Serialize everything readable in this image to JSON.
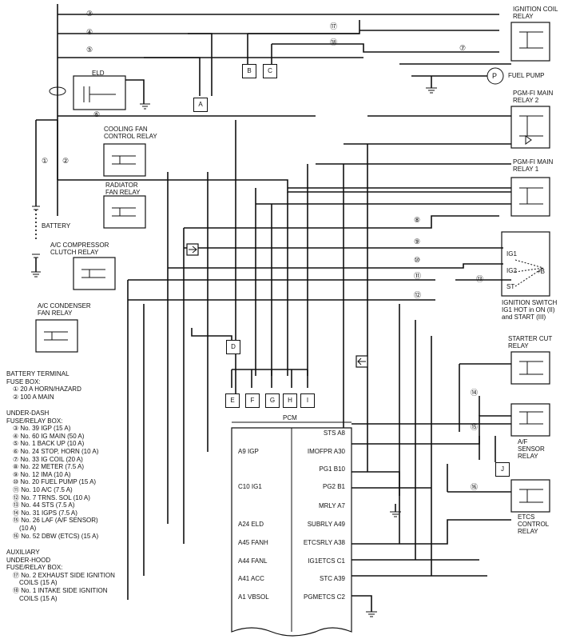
{
  "relays": {
    "ignition_coil": [
      "IGNITION COIL",
      "RELAY"
    ],
    "pgmfi_main2": [
      "PGM-FI MAIN",
      "RELAY 2"
    ],
    "pgmfi_main1": [
      "PGM-FI MAIN",
      "RELAY 1"
    ],
    "cooling_fan": [
      "COOLING FAN",
      "CONTROL RELAY"
    ],
    "radiator_fan": [
      "RADIATOR",
      "FAN RELAY"
    ],
    "ac_compressor": [
      "A/C COMPRESSOR",
      "CLUTCH RELAY"
    ],
    "ac_condenser": [
      "A/C CONDENSER",
      "FAN RELAY"
    ],
    "starter_cut": [
      "STARTER CUT",
      "RELAY"
    ],
    "af_sensor": [
      "A/F",
      "SENSOR",
      "RELAY"
    ],
    "etcs": [
      "ETCS",
      "CONTROL",
      "RELAY"
    ]
  },
  "labels": {
    "eld": "ELD",
    "fuel_pump": "FUEL PUMP",
    "fuel_pump_symbol": "P",
    "battery": "BATTERY",
    "pcm": "PCM",
    "ignition_switch": [
      "IGNITION SWITCH",
      "IG1 HOT in ON (II)",
      "and START (III)"
    ],
    "ig_terminals": [
      "IG1",
      "IG2",
      "ST",
      "+B"
    ]
  },
  "connectors": [
    "A",
    "B",
    "C",
    "D",
    "E",
    "F",
    "G",
    "H",
    "I",
    "J"
  ],
  "fuse_numbers": [
    "①",
    "②",
    "③",
    "④",
    "⑤",
    "⑥",
    "⑦",
    "⑧",
    "⑨",
    "⑩",
    "⑪",
    "⑫",
    "⑬",
    "⑭",
    "⑮",
    "⑯",
    "⑰",
    "⑱"
  ],
  "pcm_left": [
    "A9 IGP",
    "C10 IG1",
    "A24 ELD",
    "A45 FANH",
    "A44 FANL",
    "A41 ACC",
    "A1 VBSOL"
  ],
  "pcm_right": [
    "STS A8",
    "IMOFPR A30",
    "PG1 B10",
    "PG2 B1",
    "MRLY A7",
    "SUBRLY A49",
    "ETCSRLY A38",
    "IG1ETCS C1",
    "STC A39",
    "PGMETCS C2"
  ],
  "legend": {
    "battery_box_title": [
      "BATTERY TERMINAL",
      "FUSE BOX:"
    ],
    "battery_box_items": [
      "① 20 A HORN/HAZARD",
      "② 100 A MAIN"
    ],
    "underdash_title": [
      "UNDER-DASH",
      "FUSE/RELAY BOX:"
    ],
    "underdash_items": [
      "③ No. 39 IGP (15 A)",
      "④ No. 60 IG MAIN (50 A)",
      "⑤ No. 1 BACK UP (10 A)",
      "⑥ No. 24 STOP, HORN (10 A)",
      "⑦ No. 33 IG COIL (20 A)",
      "⑧ No. 22 METER (7.5 A)",
      "⑨ No. 12 IMA (10 A)",
      "⑩ No. 20 FUEL PUMP (15 A)",
      "⑪ No. 10 A/C (7.5 A)",
      "⑫ No. 7 TRNS. SOL (10 A)",
      "⑬ No. 44 STS (7.5 A)",
      "⑭ No. 31 IGPS (7.5 A)",
      "⑮ No. 26 LAF (A/F SENSOR)",
      "(10 A)",
      "⑯ No. 52 DBW (ETCS) (15 A)"
    ],
    "aux_title": [
      "AUXILIARY",
      "UNDER-HOOD",
      "FUSE/RELAY BOX:"
    ],
    "aux_items": [
      "⑰ No. 2 EXHAUST SIDE IGNITION",
      "COILS (15 A)",
      "⑱ No. 1 INTAKE SIDE IGNITION",
      "COILS (15 A)"
    ]
  }
}
